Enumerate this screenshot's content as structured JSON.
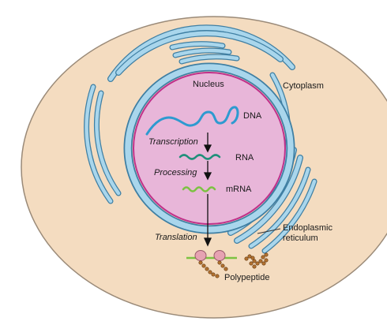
{
  "labels": {
    "nucleus": "Nucleus",
    "cytoplasm": "Cytoplasm",
    "dna": "DNA",
    "transcription": "Transcription",
    "rna": "RNA",
    "processing": "Processing",
    "mrna": "mRNA",
    "translation": "Translation",
    "er_line1": "Endoplasmic",
    "er_line2": "reticulum",
    "polypeptide": "Polypeptide"
  },
  "colors": {
    "cytoplasm_fill": "#f4dcc0",
    "cytoplasm_outline": "#9a8a78",
    "nucleus_fill": "#e8b6d9",
    "nucleus_outline": "#c0308a",
    "envelope_fill": "#a9d6ec",
    "envelope_outline": "#3f7fa3",
    "dna": "#2e9ad0",
    "rna": "#1f8f7a",
    "mrna": "#7cc242",
    "ribosome": "#e6a2b2",
    "polypeptide": "#b3722f",
    "arrow": "#111111"
  }
}
